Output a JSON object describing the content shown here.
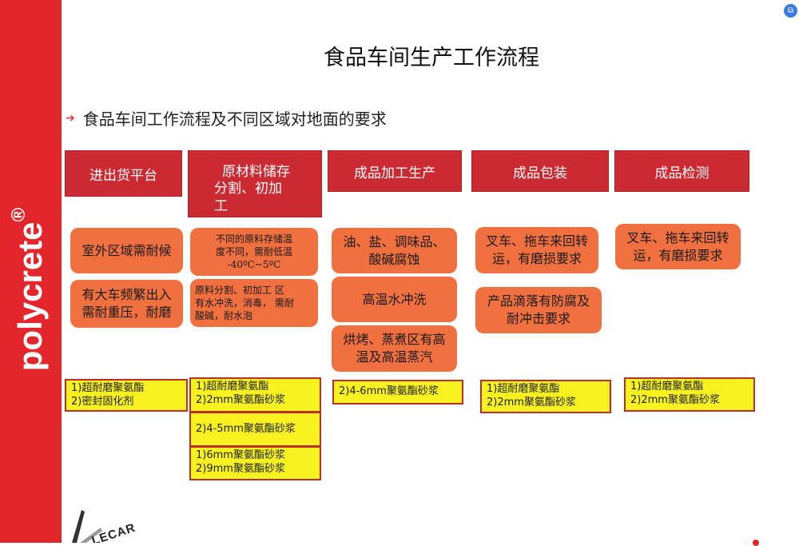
{
  "brand": {
    "name": "polycrete",
    "mark": "®"
  },
  "title": "食品车间生产工作流程",
  "subtitle": "食品车间工作流程及不同区域对地面的要求",
  "logo_text": "LECAR",
  "colors": {
    "sidebar": "#e2262b",
    "header": "#cc2a32",
    "requirement": "#f0703f",
    "solution": "#f6f11f",
    "solution_border": "#b9302a"
  },
  "columns": [
    {
      "header": [
        "进出货平台"
      ],
      "requirements": [
        [
          "室外区域需耐候"
        ],
        [
          "有大车频繁出入",
          "需耐重压，耐磨"
        ]
      ],
      "solutions": [
        [
          "1)超耐磨聚氨酯",
          "2)密封固化剂"
        ]
      ]
    },
    {
      "header": [
        "原材料储存",
        "分割、初加",
        "工"
      ],
      "requirements": [
        [
          "不同的原料存储温",
          "度不同，需耐低温",
          "-40ºC~5ºC"
        ],
        [
          "原料分割、初加工 区",
          "有水冲洗，消毒， 需耐",
          "酸碱，耐水泡"
        ]
      ],
      "solutions": [
        [
          "1)超耐磨聚氨酯",
          "2)2mm聚氨酯砂浆"
        ],
        [
          "2)4-5mm聚氨酯砂浆"
        ],
        [
          "1)6mm聚氨酯砂浆",
          "2)9mm聚氨酯砂浆"
        ]
      ]
    },
    {
      "header": [
        "成品加工生产"
      ],
      "requirements": [
        [
          "油、盐、调味品、",
          "酸碱腐蚀"
        ],
        [
          "高温水冲洗"
        ],
        [
          "烘烤、蒸煮区有高",
          "温及高温蒸汽"
        ]
      ],
      "solutions": [
        [
          "2)4-6mm聚氨酯砂浆"
        ]
      ]
    },
    {
      "header": [
        "成品包装"
      ],
      "requirements": [
        [
          "叉车、拖车来回转",
          "运，有磨损要求"
        ],
        [
          "产品滴落有防腐及",
          "耐冲击要求"
        ]
      ],
      "solutions": [
        [
          "1)超耐磨聚氨酯",
          "2)2mm聚氨酯砂浆"
        ]
      ]
    },
    {
      "header": [
        "成品检测"
      ],
      "requirements": [
        [
          "叉车、拖车来回转",
          "运，有磨损要求"
        ]
      ],
      "solutions": [
        [
          "1)超耐磨聚氨酯",
          "2)2mm聚氨酯砂浆"
        ]
      ]
    }
  ]
}
